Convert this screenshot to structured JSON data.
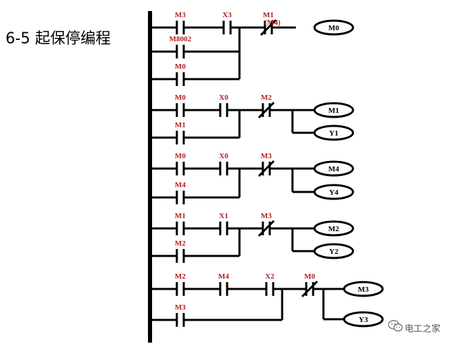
{
  "title": "6-5  起保停编程",
  "watermark": {
    "text": "电工之家",
    "icon": "wechat-icon"
  },
  "colors": {
    "label": "#b22222",
    "wire": "#000000",
    "coil_fill": "#ffffff"
  },
  "rungs": [
    {
      "contacts": [
        {
          "label": "M3",
          "type": "NO"
        },
        {
          "label": "X3",
          "type": "NO"
        },
        {
          "label": "M1",
          "sublabel": "(M4)",
          "type": "NC"
        }
      ],
      "branches": [
        {
          "label": "M8002",
          "type": "NO"
        },
        {
          "label": "M0",
          "type": "NO"
        }
      ],
      "coils": [
        "M0"
      ]
    },
    {
      "contacts": [
        {
          "label": "M0",
          "type": "NO"
        },
        {
          "label": "X0",
          "type": "NO"
        },
        {
          "label": "M2",
          "type": "NC"
        }
      ],
      "branches": [
        {
          "label": "M1",
          "type": "NO"
        }
      ],
      "coils": [
        "M1",
        "Y1"
      ]
    },
    {
      "contacts": [
        {
          "label": "M0",
          "type": "NO"
        },
        {
          "label": "X0",
          "type": "NO"
        },
        {
          "label": "M3",
          "type": "NC"
        }
      ],
      "branches": [
        {
          "label": "M4",
          "type": "NO"
        }
      ],
      "coils": [
        "M4",
        "Y4"
      ]
    },
    {
      "contacts": [
        {
          "label": "M1",
          "type": "NO"
        },
        {
          "label": "X1",
          "type": "NO"
        },
        {
          "label": "M3",
          "type": "NC"
        }
      ],
      "branches": [
        {
          "label": "M2",
          "type": "NO"
        }
      ],
      "coils": [
        "M2",
        "Y2"
      ]
    },
    {
      "contacts": [
        {
          "label": "M2",
          "type": "NO"
        },
        {
          "label": "M4",
          "type": "NO"
        },
        {
          "label": "X2",
          "type": "NO"
        },
        {
          "label": "M0",
          "type": "NC"
        }
      ],
      "branches": [
        {
          "label": "M3",
          "type": "NO"
        }
      ],
      "coils": [
        "M3",
        "Y3"
      ]
    }
  ]
}
